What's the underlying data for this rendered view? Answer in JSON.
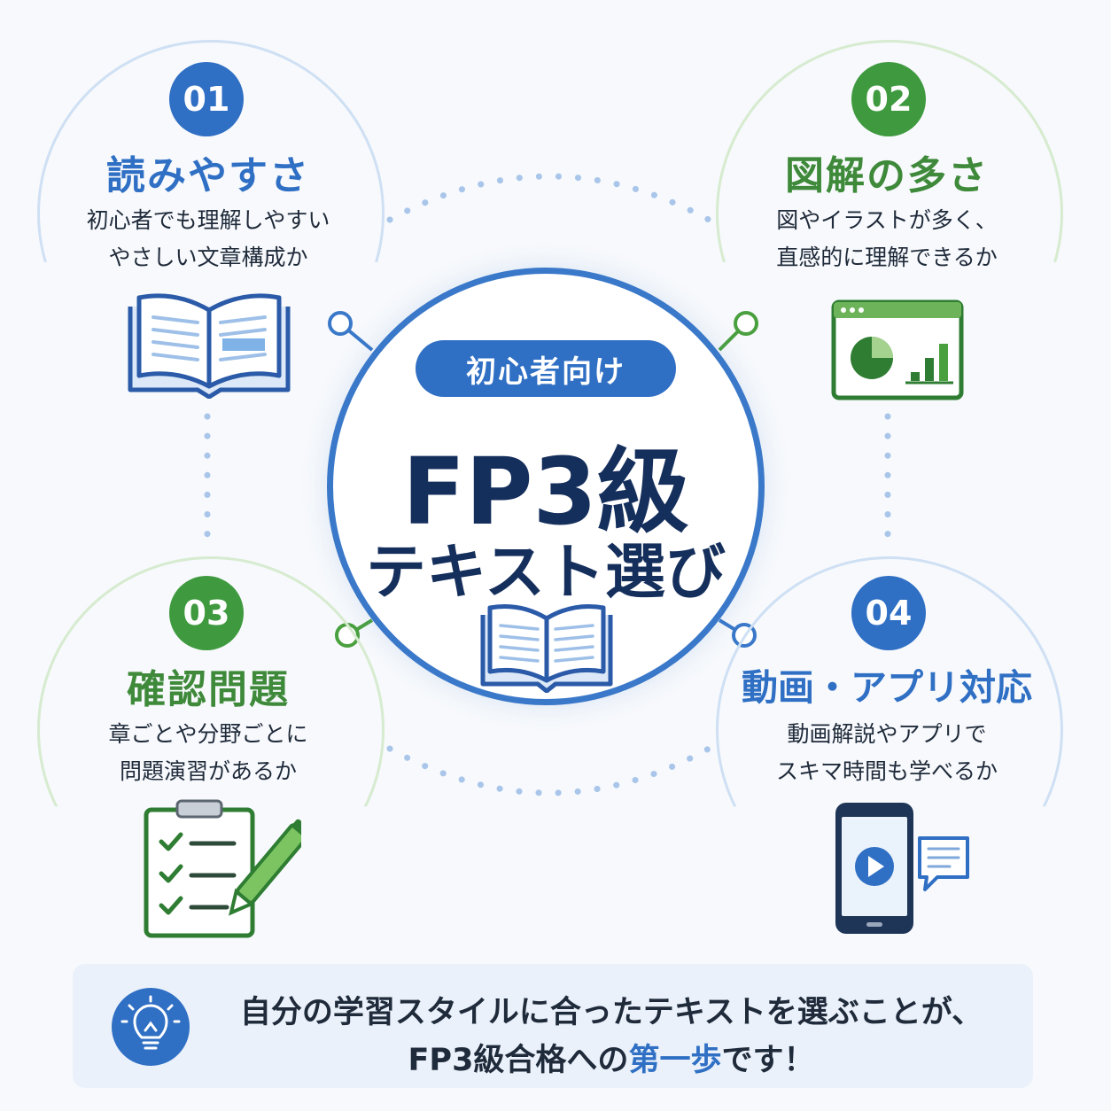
{
  "colors": {
    "blue": "#2f6fc4",
    "green": "#3f9a3f",
    "navy": "#152f5c",
    "light_blue": "#cfe0f4",
    "light_green": "#d6ebcf"
  },
  "center": {
    "pill": "初心者向け",
    "title": "FP3級",
    "subtitle": "テキスト選び",
    "icon": "open-book-icon"
  },
  "features": [
    {
      "number": "01",
      "title": "読みやすさ",
      "desc_line1": "初心者でも理解しやすい",
      "desc_line2": "やさしい文章構成か",
      "icon": "open-book-icon"
    },
    {
      "number": "02",
      "title": "図解の多さ",
      "desc_line1": "図やイラストが多く、",
      "desc_line2": "直感的に理解できるか",
      "icon": "chart-window-icon"
    },
    {
      "number": "03",
      "title": "確認問題",
      "desc_line1": "章ごとや分野ごとに",
      "desc_line2": "問題演習があるか",
      "icon": "checklist-clipboard-icon"
    },
    {
      "number": "04",
      "title": "動画・アプリ対応",
      "desc_line1": "動画解説やアプリで",
      "desc_line2": "スキマ時間も学べるか",
      "icon": "smartphone-video-icon"
    }
  ],
  "banner": {
    "icon": "lightbulb-icon",
    "line1": "自分の学習スタイルに合ったテキストを選ぶことが、",
    "line2_pre": "FP3級合格への",
    "line2_highlight": "第一歩",
    "line2_post": "です！"
  }
}
